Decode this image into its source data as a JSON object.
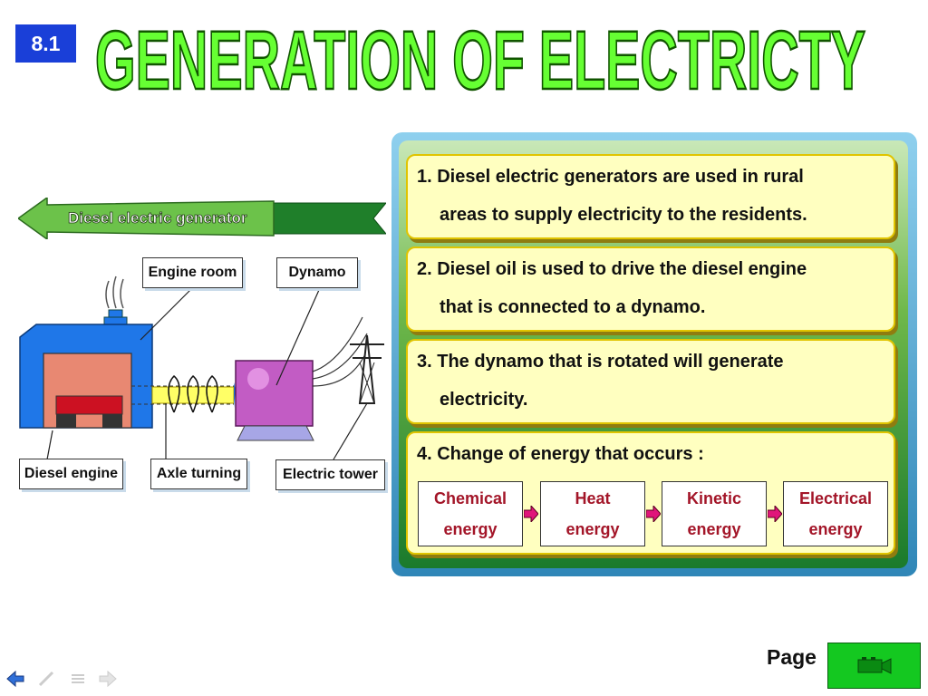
{
  "section_number": "8.1",
  "title": "GENERATION OF ELECTRICTY",
  "diagram": {
    "banner": "Diesel electric generator",
    "labels": {
      "engine_room": "Engine room",
      "dynamo": "Dynamo",
      "diesel_engine": "Diesel engine",
      "axle_turning": "Axle turning",
      "electric_tower": "Electric tower"
    }
  },
  "notes": [
    {
      "lines": [
        "1. Diesel electric generators are used in rural",
        "areas to supply electricity to the residents."
      ]
    },
    {
      "lines": [
        "2. Diesel oil is used to drive the diesel engine",
        "that is connected to a dynamo."
      ]
    },
    {
      "lines": [
        "3. The dynamo that is rotated will generate",
        "electricity."
      ]
    },
    {
      "lines": [
        "4. Change of energy that occurs :"
      ]
    }
  ],
  "energy_chain": [
    {
      "top": "Chemical",
      "bottom": "energy"
    },
    {
      "top": "Heat",
      "bottom": "energy"
    },
    {
      "top": "Kinetic",
      "bottom": "energy"
    },
    {
      "top": "Electrical",
      "bottom": "energy"
    }
  ],
  "footer": {
    "page_label": "Page"
  },
  "colors": {
    "title_fill": "#66ff33",
    "badge": "#1a3fd8",
    "energy_text": "#a31528",
    "page_button": "#14c820"
  },
  "icons": [
    "back-arrow-icon",
    "pen-icon",
    "menu-icon",
    "forward-arrow-icon",
    "film-camera-icon"
  ]
}
